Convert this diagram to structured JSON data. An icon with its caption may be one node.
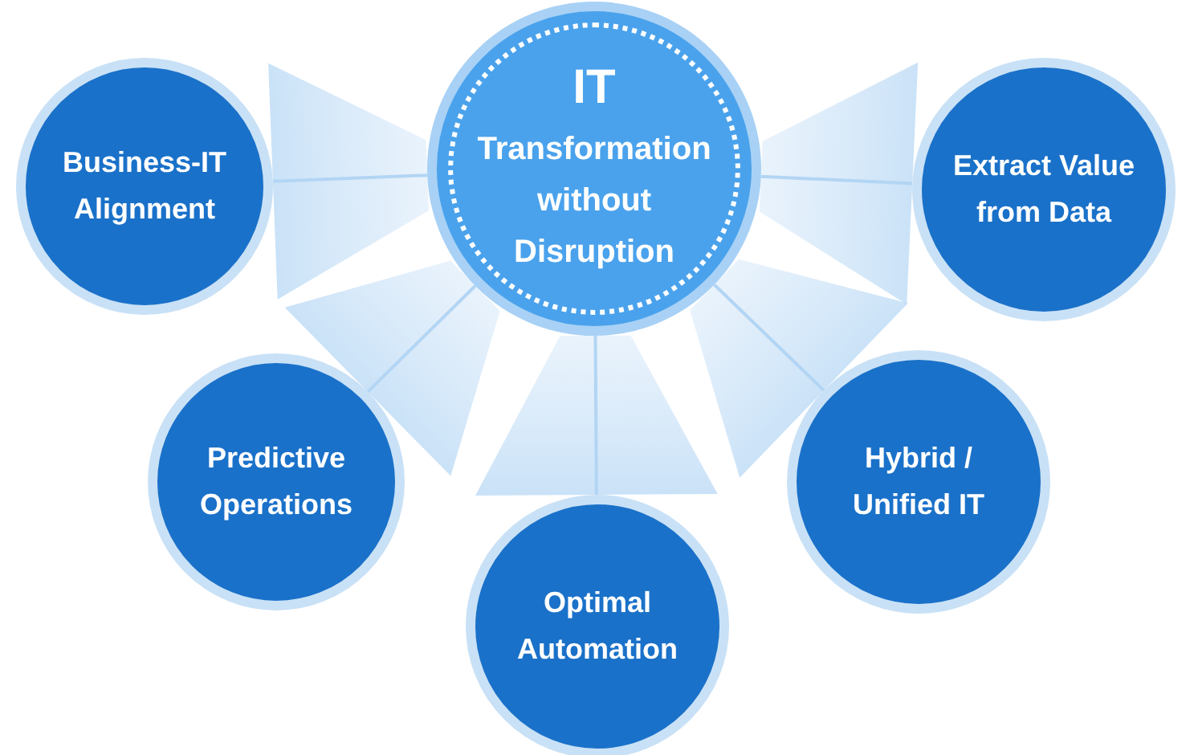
{
  "diagram": {
    "nodes": [
      {
        "text": [
          "IT",
          "Transformation without Disruption"
        ]
      },
      {
        "text": [
          "Business-IT Alignment"
        ]
      },
      {
        "text": [
          "Extract Value from Data"
        ]
      },
      {
        "text": [
          "Predictive Operations"
        ]
      },
      {
        "text": [
          "Hybrid / Unified IT"
        ]
      },
      {
        "text": [
          "Optimal Automation"
        ]
      }
    ],
    "edges": [
      {
        "from": 0,
        "to": 1,
        "arrow": "none"
      },
      {
        "from": 0,
        "to": 2,
        "arrow": "none"
      },
      {
        "from": 0,
        "to": 3,
        "arrow": "none"
      },
      {
        "from": 0,
        "to": 4,
        "arrow": "none"
      },
      {
        "from": 0,
        "to": 5,
        "arrow": "none"
      }
    ]
  }
}
